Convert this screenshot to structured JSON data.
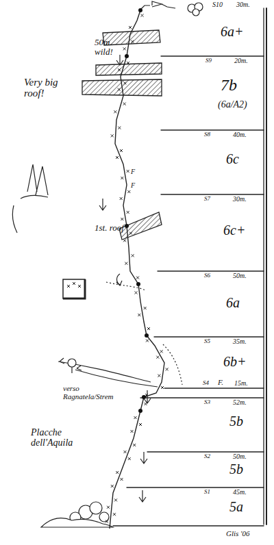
{
  "diagram": {
    "labels": [
      "S10",
      "30m.",
      "6a+",
      "50m. wild!",
      "S9",
      "20m.",
      "Very big roof!",
      "7b",
      "(6a/A2)",
      "S8",
      "40m.",
      "F",
      "F",
      "6c",
      "S7",
      "30m.",
      "1st. roof",
      "6c+",
      "S6",
      "50m.",
      "6a",
      "S5",
      "35m.",
      "6b+",
      "verso Ragnatela/Strem",
      "S4",
      "F.",
      "15m.",
      "S3",
      "52m.",
      "5b",
      "Placche dell'Aquila",
      "S2",
      "50m.",
      "5b",
      "S1",
      "45m.",
      "5a",
      "Glis '06"
    ]
  }
}
